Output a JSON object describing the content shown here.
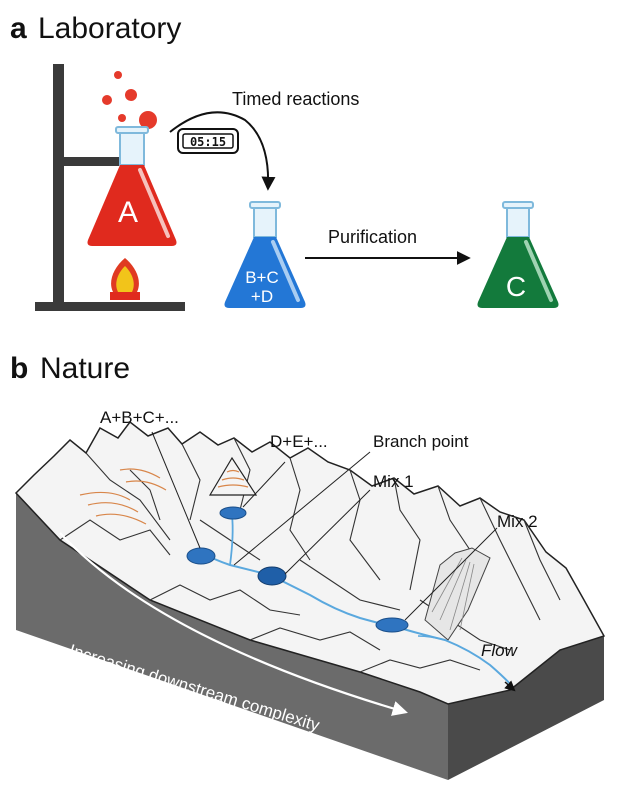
{
  "panel_a": {
    "letter": "a",
    "title": "Laboratory",
    "timer": "05:15",
    "timed_reactions": "Timed reactions",
    "purification": "Purification",
    "flask_a": "A",
    "flask_bcd_line1": "B+C",
    "flask_bcd_line2": "+D",
    "flask_c": "C",
    "colors": {
      "red": "#e02a1e",
      "blue": "#2377d6",
      "green": "#137a3c",
      "flame": "#f2c41a",
      "stand": "#3a3a3a"
    }
  },
  "panel_b": {
    "letter": "b",
    "title": "Nature",
    "source_1": "A+B+C+...",
    "source_2": "D+E+...",
    "branch_point": "Branch point",
    "mix_1": "Mix 1",
    "mix_2": "Mix 2",
    "flow": "Flow",
    "gradient_label": "Increasing downstream complexity",
    "colors": {
      "rock_side": "#6b6b6b",
      "rock_dark": "#4a4a4a",
      "pool": "#2f74c0",
      "stream": "#5aa8de",
      "orange_strata": "#d8864a"
    }
  }
}
